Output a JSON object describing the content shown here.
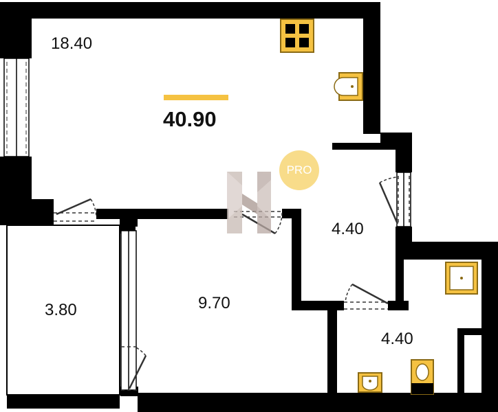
{
  "plan": {
    "total_area": "40.90",
    "rooms": [
      {
        "id": "living",
        "area": "18.40"
      },
      {
        "id": "bedroom",
        "area": "9.70"
      },
      {
        "id": "balcony",
        "area": "3.80"
      },
      {
        "id": "hall",
        "area": "4.40"
      },
      {
        "id": "bathroom",
        "area": "4.40"
      }
    ]
  },
  "watermark": {
    "badge_text": "PRO"
  },
  "colors": {
    "wall": "#000000",
    "accent": "#f5c242",
    "fixture_fill": "#f5c242",
    "fixture_stroke": "#8a6a14",
    "badge_bg": "#f8dc8a",
    "watermark_shape": "#b9a9a3",
    "door": "#333333",
    "window_dash": "#777777"
  },
  "icons": [
    "stove-icon",
    "kitchen-sink-icon",
    "shower-icon",
    "washbasin-icon",
    "toilet-icon",
    "door-swing-icon",
    "window-icon",
    "watermark-logo-icon"
  ]
}
